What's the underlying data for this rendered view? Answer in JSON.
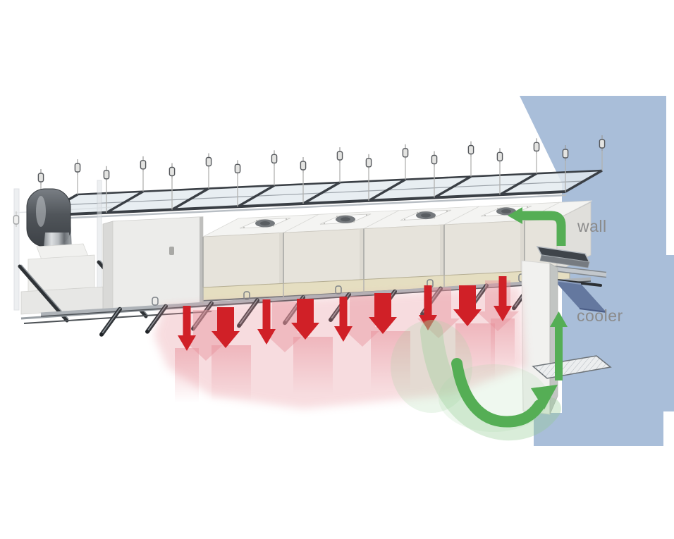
{
  "labels": {
    "wall": "wall",
    "cooler": "cooler"
  },
  "colors": {
    "background": "#ffffff",
    "wall_surface": "#a9bed9",
    "cooler_duct": "#64789f",
    "airflow_cold_down": "#d02027",
    "airflow_cold_faded": "#e8959e",
    "airflow_return_green": "#55ae55",
    "airflow_return_faded": "#93cc93",
    "label_text": "#8b8b8b",
    "machine_shell": "#e6e3db",
    "machine_top": "#f4f4f2",
    "belt_deck": "#e5dec1",
    "frame_dark": "#3a3f45",
    "frame_silver": "#b8bec4"
  },
  "airflow": {
    "down_arrow_count": 9,
    "wall_return_arrow_count": 1,
    "cooler_up_arrow_count": 1,
    "floor_return_arrow_count": 1
  }
}
